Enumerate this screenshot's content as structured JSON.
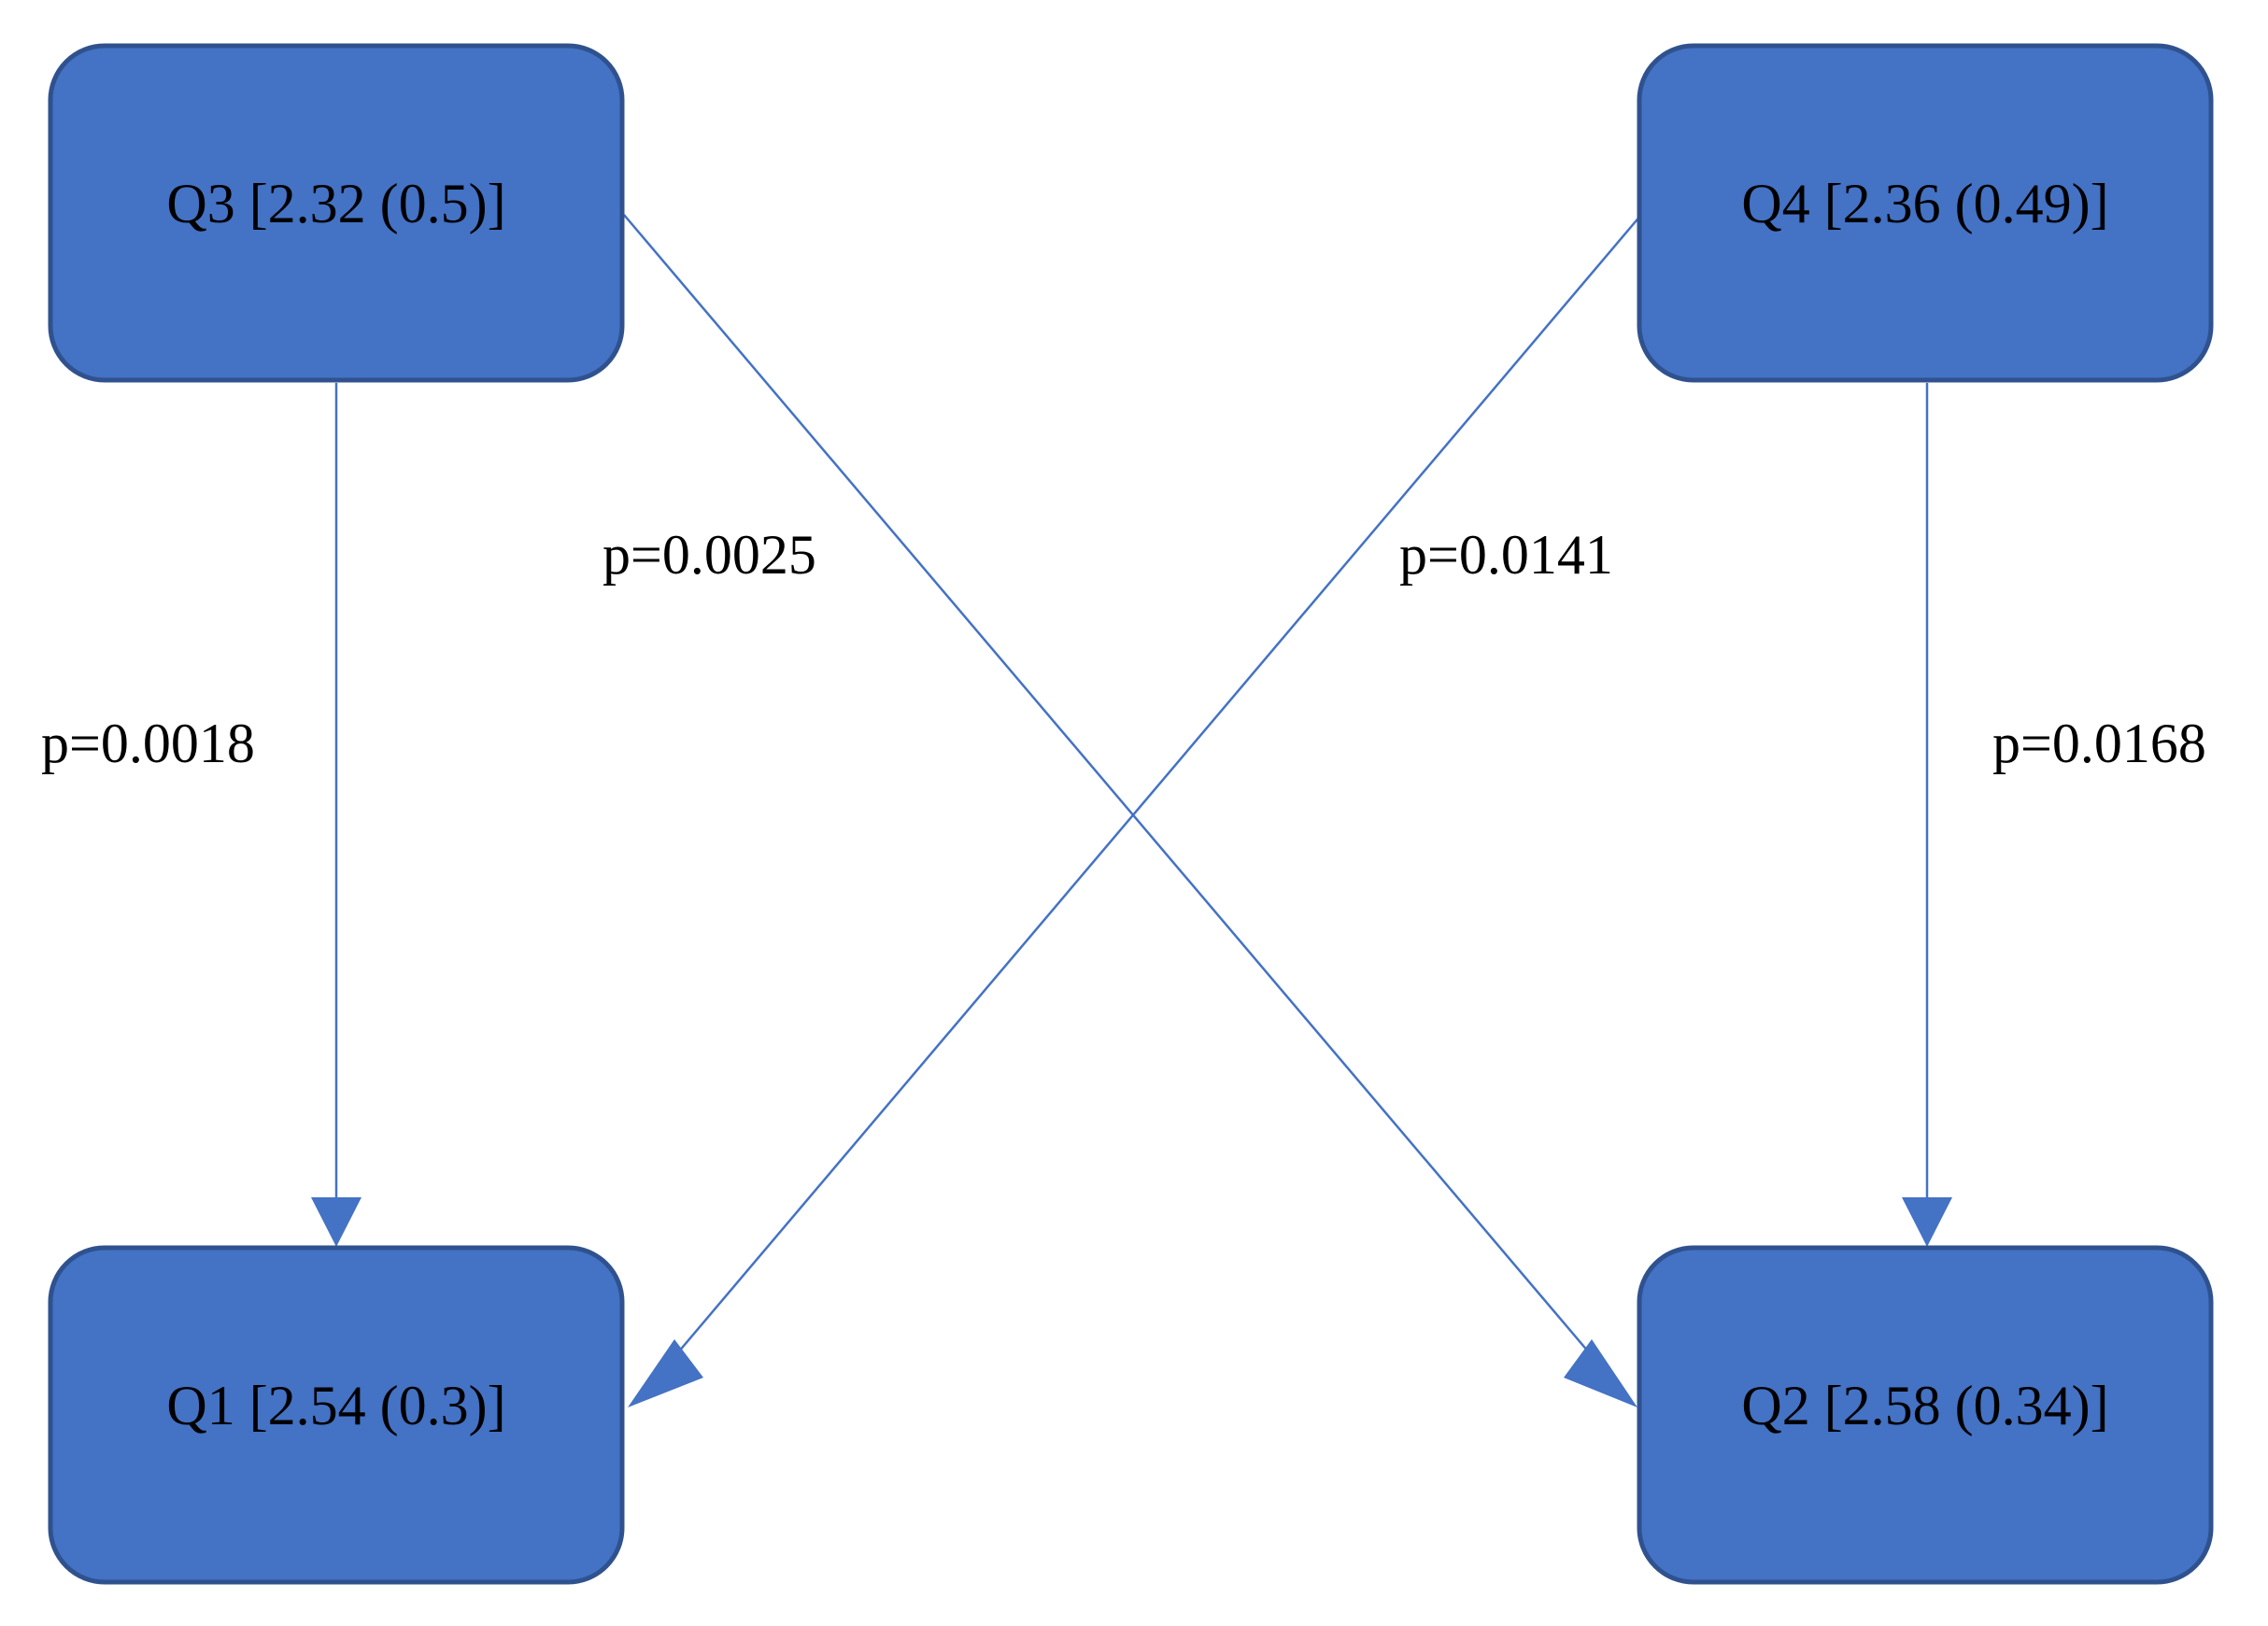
{
  "colors": {
    "node_fill": "#4472C4",
    "node_border": "#2F528F",
    "edge": "#4472C4",
    "text": "#000000"
  },
  "nodes": {
    "q3": {
      "label": "Q3 [2.32 (0.5)]"
    },
    "q4": {
      "label": "Q4 [2.36 (0.49)]"
    },
    "q1": {
      "label": "Q1 [2.54 (0.3)]"
    },
    "q2": {
      "label": "Q2 [2.58 (0.34)]"
    }
  },
  "edges": {
    "q3_q1": {
      "from": "q3",
      "to": "q1",
      "label": "p=0.0018"
    },
    "q3_q2": {
      "from": "q3",
      "to": "q2",
      "label": "p=0.0025"
    },
    "q4_q1": {
      "from": "q4",
      "to": "q1",
      "label": "p=0.0141"
    },
    "q4_q2": {
      "from": "q4",
      "to": "q2",
      "label": "p=0.0168"
    }
  }
}
